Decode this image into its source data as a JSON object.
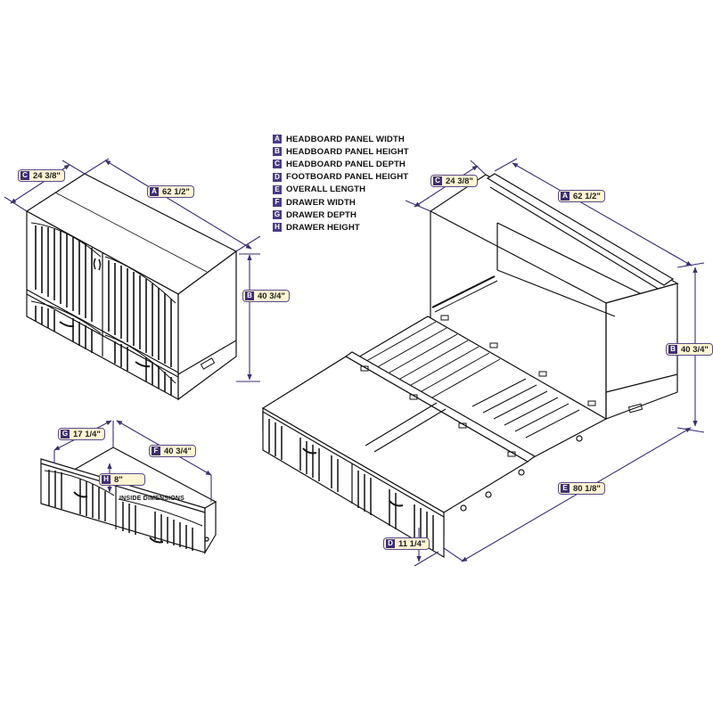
{
  "legend": {
    "items": [
      {
        "key": "A",
        "label": "HEADBOARD PANEL WIDTH"
      },
      {
        "key": "B",
        "label": "HEADBOARD PANEL HEIGHT"
      },
      {
        "key": "C",
        "label": "HEADBOARD PANEL DEPTH"
      },
      {
        "key": "D",
        "label": "FOOTBOARD PANEL HEIGHT"
      },
      {
        "key": "E",
        "label": "OVERALL LENGTH"
      },
      {
        "key": "F",
        "label": "DRAWER WIDTH"
      },
      {
        "key": "G",
        "label": "DRAWER DEPTH"
      },
      {
        "key": "H",
        "label": "DRAWER HEIGHT"
      }
    ]
  },
  "closed_cabinet": {
    "dims": {
      "depth": {
        "key": "C",
        "value": "24 3/8\""
      },
      "width": {
        "key": "A",
        "value": "62 1/2\""
      },
      "height": {
        "key": "B",
        "value": "40 3/4\""
      }
    }
  },
  "drawer": {
    "dims": {
      "depth": {
        "key": "G",
        "value": "17 1/4\""
      },
      "width": {
        "key": "F",
        "value": "40 3/4\""
      },
      "height": {
        "key": "H",
        "value": "8\""
      }
    },
    "note": "INSIDE DIMENSIONS"
  },
  "open_bed": {
    "dims": {
      "depth": {
        "key": "C",
        "value": "24 3/8\""
      },
      "width": {
        "key": "A",
        "value": "62 1/2\""
      },
      "height": {
        "key": "B",
        "value": "40 3/4\""
      },
      "length": {
        "key": "E",
        "value": "80 1/8\""
      },
      "footboard": {
        "key": "D",
        "value": "11 1/4\""
      }
    }
  },
  "colors": {
    "dimension_line": "#3d2e72",
    "badge_fill": "#fdf5d3",
    "badge_key": "#3d2e72",
    "line_art": "#111111"
  }
}
